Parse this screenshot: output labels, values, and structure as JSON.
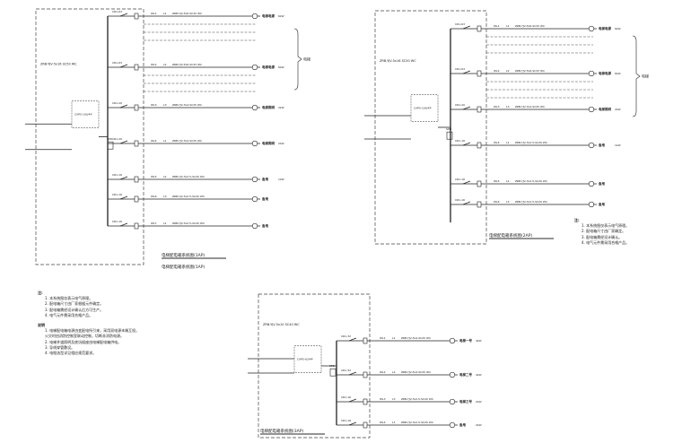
{
  "panels": [
    {
      "id": "1AP",
      "title": "电梯配电箱系统图(1AP)",
      "subtitle": "电梯配电箱系统图(1AP)",
      "incoming": "ZRB-YJV-5x16 SC50 WC",
      "switch": "CAPS-100/4P",
      "spd": "SPD",
      "brace_label": "电梯",
      "circuits": [
        {
          "breaker": "CR1-63",
          "cable_id": "WL1",
          "phase": "L1",
          "cable": "ZRB-YJV-5x6-SC32 WC",
          "load": "电梯电源",
          "power": "6kW"
        },
        {
          "breaker": "CR1-63",
          "cable_id": "WL2",
          "phase": "L2",
          "cable": "ZRB-YJV-5x6-SC32 WC",
          "load": "电梯电源",
          "power": "6kW"
        },
        {
          "breaker": "CR1-20",
          "cable_id": "WL3",
          "phase": "L3",
          "cable": "ZRB-YJV-3x4-SC25 WC",
          "load": "电梯照明",
          "power": "2kW"
        },
        {
          "breaker": "CR1-20",
          "cable_id": "WL4",
          "phase": "L1",
          "cable": "ZRB-YJV-3x4-SC25 WC",
          "load": "电梯照明",
          "power": "2kW"
        },
        {
          "breaker": "CR1-16",
          "cable_id": "WL5",
          "phase": "L2",
          "cable": "ZRB-YJV-3x2.5-SC20 WC",
          "load": "备用",
          "power": "1kW"
        },
        {
          "breaker": "CR1-16",
          "cable_id": "WL6",
          "phase": "L3",
          "cable": "ZRB-YJV-3x2.5-SC20 WC",
          "load": "备用",
          "power": ""
        },
        {
          "breaker": "CR1-16",
          "cable_id": "WL7",
          "phase": "L1",
          "cable": "ZRB-YJV-3x2.5-SC20 WC",
          "load": "备用",
          "power": ""
        }
      ]
    },
    {
      "id": "2AP",
      "title": "电梯配电箱系统图(2AP)",
      "subtitle": "",
      "incoming": "ZRB-YJV-5x16 SC50 WC",
      "switch": "CAPS-100/4P",
      "spd": "SPD",
      "brace_label": "电梯",
      "circuits": [
        {
          "breaker": "CR1-63",
          "cable_id": "WL1",
          "phase": "L1",
          "cable": "ZRB-YJV-5x6-SC32 WC",
          "load": "电梯电源",
          "power": "6kW"
        },
        {
          "breaker": "CR1-63",
          "cable_id": "WL2",
          "phase": "L2",
          "cable": "ZRB-YJV-5x6-SC32 WC",
          "load": "电梯电源",
          "power": "6kW"
        },
        {
          "breaker": "CR1-20",
          "cable_id": "WL3",
          "phase": "L3",
          "cable": "ZRB-YJV-3x4-SC25 WC",
          "load": "电梯照明",
          "power": "2kW"
        },
        {
          "breaker": "CR1-16",
          "cable_id": "WL4",
          "phase": "L1",
          "cable": "ZRB-YJV-3x2.5-SC20 WC",
          "load": "备用",
          "power": "1kW"
        },
        {
          "breaker": "CR1-16",
          "cable_id": "WL5",
          "phase": "L2",
          "cable": "ZRB-YJV-3x2.5-SC20 WC",
          "load": "备用",
          "power": ""
        },
        {
          "breaker": "CR1-16",
          "cable_id": "WL6",
          "phase": "L3",
          "cable": "ZRB-YJV-3x2.5-SC20 WC",
          "load": "备用",
          "power": ""
        }
      ]
    },
    {
      "id": "3AP",
      "title": "电梯配电箱系统图(3AP)",
      "subtitle": "",
      "incoming": "ZRB-YJV-5x10 SC40 WC",
      "switch": "CAPS-63/4P",
      "spd": "SPD",
      "brace_label": "",
      "circuits": [
        {
          "breaker": "CR1-32",
          "cable_id": "WL1",
          "phase": "L1",
          "cable": "ZRB-YJV-5x4-SC25 WC",
          "load": "电梯一号",
          "power": "4kW"
        },
        {
          "breaker": "CR1-32",
          "cable_id": "WL2",
          "phase": "L2",
          "cable": "ZRB-YJV-5x4-SC25 WC",
          "load": "电梯二号",
          "power": "4kW"
        },
        {
          "breaker": "CR1-16",
          "cable_id": "WL3",
          "phase": "L3",
          "cable": "ZRB-YJV-3x2.5-SC20 WC",
          "load": "电梯三号",
          "power": "2kW"
        },
        {
          "breaker": "CR1-16",
          "cable_id": "WL4",
          "phase": "L1",
          "cable": "ZRB-YJV-3x2.5-SC20 WC",
          "load": "备用",
          "power": "2kW"
        }
      ]
    }
  ],
  "notes_left": {
    "label": "注:",
    "items": [
      "1. 本系统图仅表示电气原理。",
      "2. 配电箱尺寸由厂家根据元件确定。",
      "3. 配电箱需经设计确认后方可生产。",
      "4. 电气元件需采用合格产品。"
    ],
    "heading": "说明",
    "body": [
      "1. 电梯配电箱电源由变配电所引来，采用双电源末端互投。",
      "   火灾时由消防控制室联动控制，切断非消防电源。",
      "2. 电梯井道照明及底坑插座由电梯配电箱供电。",
      "3. 导线穿管敷设。",
      "4. 电缆选型详见相应规范要求。"
    ]
  },
  "notes_right": {
    "label": "注:",
    "items": [
      "1. 本系统图仅表示电气原理。",
      "2. 配电箱尺寸由厂家确定。",
      "3. 配电箱需经设计确认。",
      "4. 电气元件需采用合格产品。"
    ]
  }
}
